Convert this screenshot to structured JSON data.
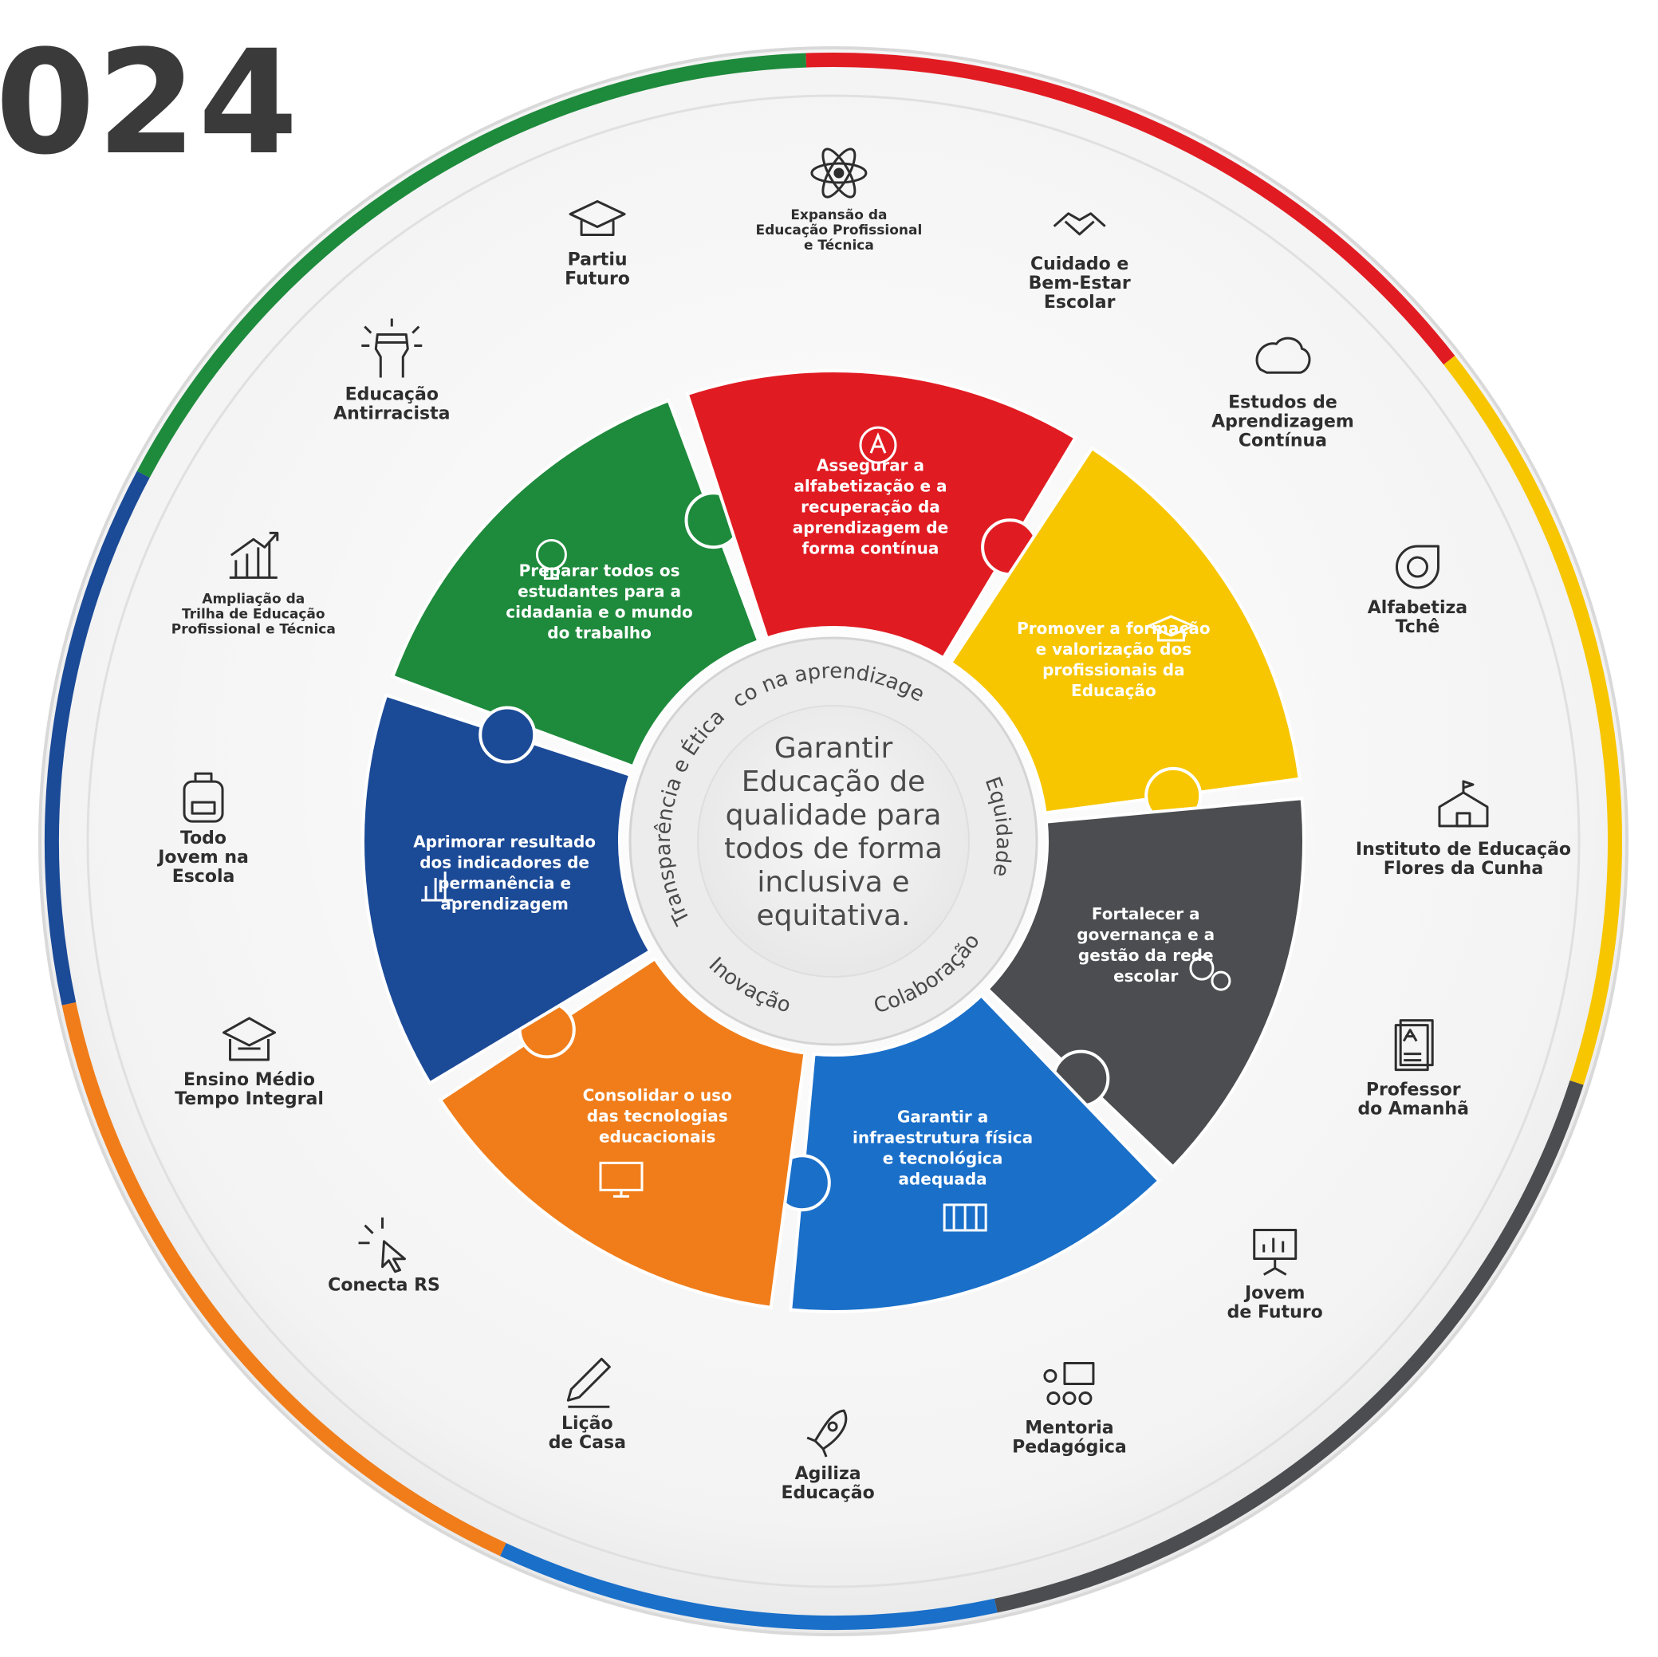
{
  "year_fragment": "024",
  "center": {
    "lines": [
      "Garantir",
      "Educação de",
      "qualidade para",
      "todos de forma",
      "inclusiva e",
      "equitativa."
    ]
  },
  "principles": [
    {
      "label": "Foco na aprendizagem"
    },
    {
      "label": "Equidade"
    },
    {
      "label": "Colaboração"
    },
    {
      "label": "Inovação"
    },
    {
      "label": "Transparência e Ética"
    }
  ],
  "goals": [
    {
      "lines": [
        "Preparar todos os",
        "estudantes para a",
        "cidadania e o mundo",
        "do trabalho"
      ],
      "color": "#1e8a3c",
      "icon": "lightbulb-icon"
    },
    {
      "lines": [
        "Assegurar a",
        "alfabetização e a",
        "recuperação da",
        "aprendizagem de",
        "forma contínua"
      ],
      "color": "#e11b22",
      "icon": "letter-a-icon"
    },
    {
      "lines": [
        "Promover a formação",
        "e valorização dos",
        "profissionais da",
        "Educação"
      ],
      "color": "#f7c600",
      "icon": "graduation-cap-icon"
    },
    {
      "lines": [
        "Fortalecer a",
        "governança e a",
        "gestão da rede",
        "escolar"
      ],
      "color": "#4b4d50",
      "icon": "gears-icon"
    },
    {
      "lines": [
        "Garantir a",
        "infraestrutura física",
        "e tecnológica",
        "adequada"
      ],
      "color": "#1a6fc9",
      "icon": "building-icon"
    },
    {
      "lines": [
        "Consolidar o uso",
        "das tecnologias",
        "educacionais"
      ],
      "color": "#f07d1a",
      "icon": "monitor-icon"
    },
    {
      "lines": [
        "Aprimorar resultado",
        "dos indicadores de",
        "permanência e",
        "aprendizagem"
      ],
      "color": "#1b4a97",
      "icon": "bar-chart-icon"
    }
  ],
  "programs": [
    {
      "lines": [
        "Partiu",
        "Futuro"
      ],
      "icon": "graduation-cap-icon"
    },
    {
      "lines": [
        "Expansão da",
        "Educação Profissional",
        "e Técnica"
      ],
      "icon": "atom-icon"
    },
    {
      "lines": [
        "Cuidado e",
        "Bem-Estar",
        "Escolar"
      ],
      "icon": "handshake-icon"
    },
    {
      "lines": [
        "Estudos de",
        "Aprendizagem",
        "Contínua"
      ],
      "icon": "brain-icon"
    },
    {
      "lines": [
        "Alfabetiza",
        "Tchê"
      ],
      "icon": "alfabetiza-logo-icon"
    },
    {
      "lines": [
        "Instituto de Educação",
        "Flores da Cunha"
      ],
      "icon": "school-building-icon"
    },
    {
      "lines": [
        "Professor",
        "do Amanhã"
      ],
      "icon": "document-icon"
    },
    {
      "lines": [
        "Jovem",
        "de Futuro"
      ],
      "icon": "presentation-board-icon"
    },
    {
      "lines": [
        "Mentoria",
        "Pedagógica"
      ],
      "icon": "mentoring-icon"
    },
    {
      "lines": [
        "Agiliza",
        "Educação"
      ],
      "icon": "rocket-icon"
    },
    {
      "lines": [
        "Lição",
        "de Casa"
      ],
      "icon": "pencil-icon"
    },
    {
      "lines": [
        "Conecta RS"
      ],
      "icon": "cursor-click-icon"
    },
    {
      "lines": [
        "Ensino Médio",
        "Tempo Integral"
      ],
      "icon": "school-icon"
    },
    {
      "lines": [
        "Todo",
        "Jovem na",
        "Escola"
      ],
      "icon": "backpack-icon"
    },
    {
      "lines": [
        "Ampliação da",
        "Trilha de Educação",
        "Profissional e Técnica"
      ],
      "icon": "growth-chart-icon"
    },
    {
      "lines": [
        "Educação",
        "Antirracista"
      ],
      "icon": "raised-fist-icon"
    }
  ],
  "rim_colors": [
    "#1e8a3c",
    "#e11b22",
    "#f7c600",
    "#4b4d50",
    "#1a6fc9",
    "#f07d1a",
    "#1b4a97"
  ]
}
